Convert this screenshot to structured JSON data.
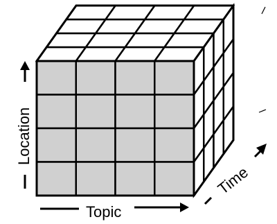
{
  "axes": {
    "x": {
      "label": "Topic"
    },
    "y": {
      "label": "Location"
    },
    "z": {
      "label": "Time"
    }
  },
  "cube": {
    "front_grid": {
      "columns": 4,
      "rows": 4
    },
    "depth_divisions": 4
  },
  "colors": {
    "front_face": "#d0d0d0",
    "top_face": "#ffffff",
    "side_face": "#ffffff",
    "lines": "#000000"
  }
}
